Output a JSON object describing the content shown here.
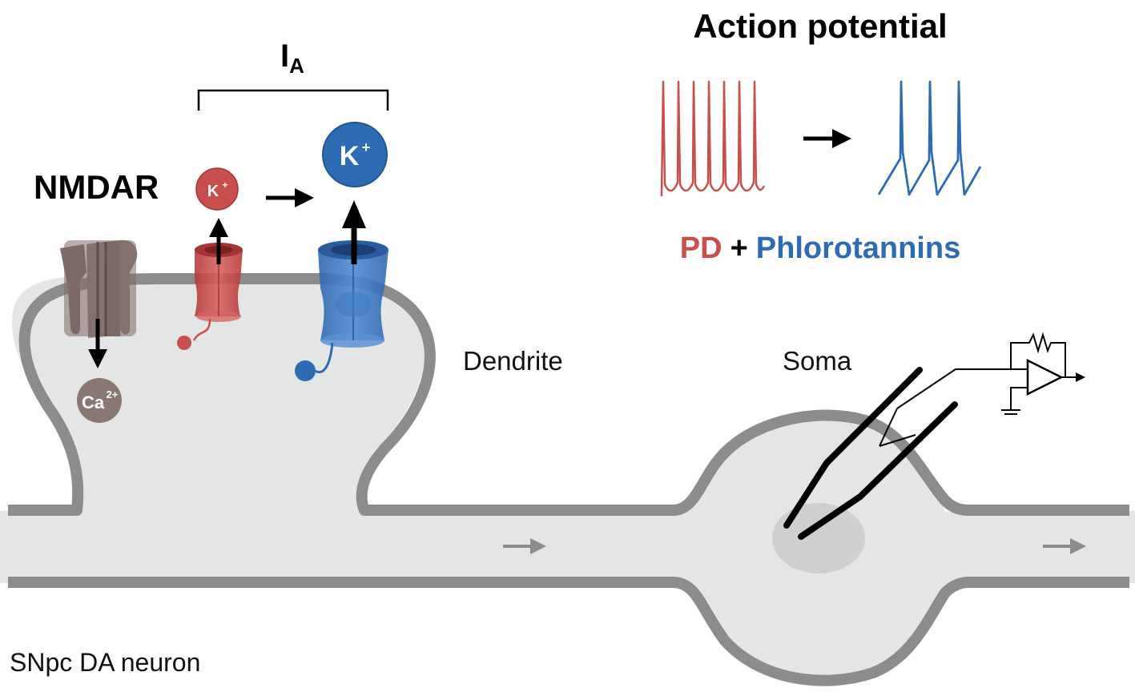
{
  "labels": {
    "current_letter": "I",
    "current_subscript": "A",
    "nmdar": "NMDAR",
    "k_small": "K",
    "k_small_sup": "+",
    "k_large": "K",
    "k_large_sup": "+",
    "calcium": "Ca",
    "calcium_sup": "2+",
    "action_potential_title": "Action potential",
    "condition_pd": "PD",
    "condition_plus": "+",
    "condition_phlorotannins": "Phlorotannins",
    "dendrite": "Dendrite",
    "soma": "Soma",
    "neuron_type": "SNpc DA neuron"
  },
  "colors": {
    "pd_red": "#c94f4d",
    "phlorotannin_blue": "#2e6bb5",
    "membrane_gray": "#8c8c8c",
    "cytoplasm_gray": "#e4e5e5",
    "nmdar_brown": "#7d6a66",
    "arrow_black": "#000000"
  }
}
